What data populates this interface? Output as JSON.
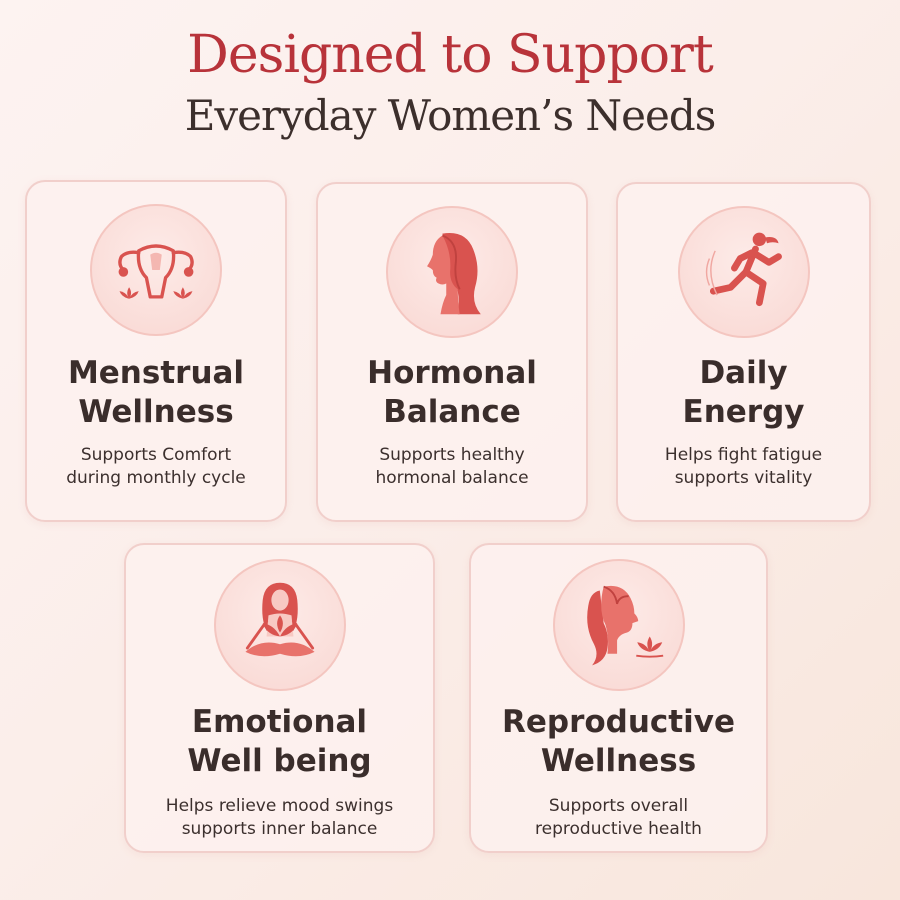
{
  "header": {
    "line1": "Designed to Support",
    "line2": "Everyday Women’s Needs"
  },
  "colors": {
    "accent": "#b8333a",
    "icon": "#d9534f",
    "text": "#3a2d2b",
    "card_border": "#f1cfcb"
  },
  "cards": [
    {
      "icon": "uterus-icon",
      "title_line1": "Menstrual",
      "title_line2": "Wellness",
      "sub_line1": "Supports Comfort",
      "sub_line2": "during monthly cycle"
    },
    {
      "icon": "woman-profile-icon",
      "title_line1": "Hormonal",
      "title_line2": "Balance",
      "sub_line1": "Supports healthy",
      "sub_line2": "hormonal balance"
    },
    {
      "icon": "running-woman-icon",
      "title_line1": "Daily",
      "title_line2": "Energy",
      "sub_line1": "Helps fight fatigue",
      "sub_line2": "supports vitality"
    },
    {
      "icon": "meditating-woman-icon",
      "title_line1": "Emotional",
      "title_line2": "Well being",
      "sub_line1": "Helps relieve mood swings",
      "sub_line2": "supports inner balance"
    },
    {
      "icon": "woman-lotus-icon",
      "title_line1": "Reproductive",
      "title_line2": "Wellness",
      "sub_line1": "Supports overall",
      "sub_line2": "reproductive health"
    }
  ]
}
